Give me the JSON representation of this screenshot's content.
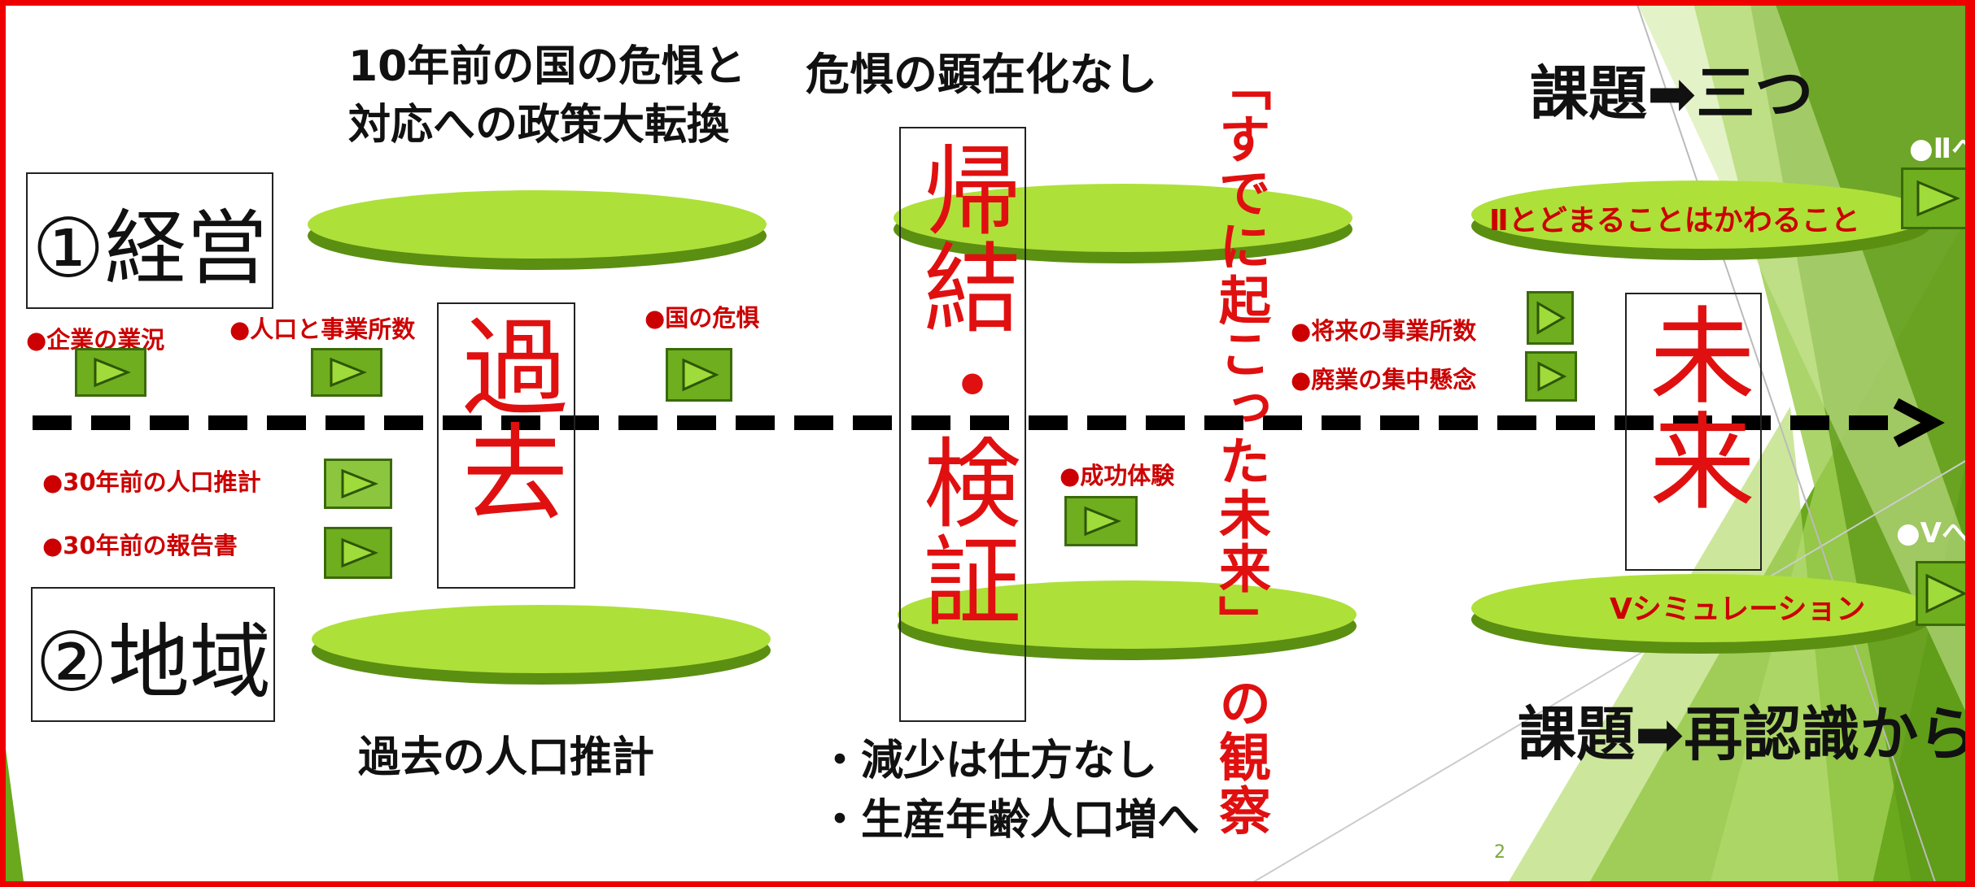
{
  "headings": {
    "past_title_line1": "10年前の国の危惧と",
    "past_title_line2": "対応への政策大転換",
    "center_title": "危惧の顕在化なし",
    "issues_three": "課題➡三つ",
    "issues_reconfirm": "課題➡再認識から",
    "past_population": "過去の人口推計"
  },
  "sections": {
    "management": "①経営",
    "region": "②地域"
  },
  "big_words": {
    "past": "過去",
    "conclusion": "帰結・検証",
    "future": "未来"
  },
  "vertical_text": {
    "quote": "「すでに起こった未来」",
    "observation": "の観察"
  },
  "bullets": [
    "・減少は仕方なし",
    "・生産年齢人口増へ"
  ],
  "links": {
    "company_status": "●企業の業況",
    "population_offices": "●人口と事業所数",
    "national_concern": "●国の危惧",
    "pop_estimate_30y": "●30年前の人口推計",
    "report_30y": "●30年前の報告書",
    "success_experience": "●成功体験",
    "future_offices": "●将来の事業所数",
    "closure_concentration": "●廃業の集中懸念"
  },
  "disc_labels": {
    "stay_change": "Ⅱとどまることはかわること",
    "simulation": "Ⅴシミュレーション"
  },
  "side_links": {
    "to_two": "●Ⅱへ",
    "to_five": "●Ⅴへ"
  },
  "slide_number": "2",
  "colors": {
    "accent_red": "#e01010",
    "frame_red": "#ee0000",
    "disc_green": "#aee03a",
    "button_green": "#6fae1e",
    "decor_green": "#8cc63f"
  }
}
